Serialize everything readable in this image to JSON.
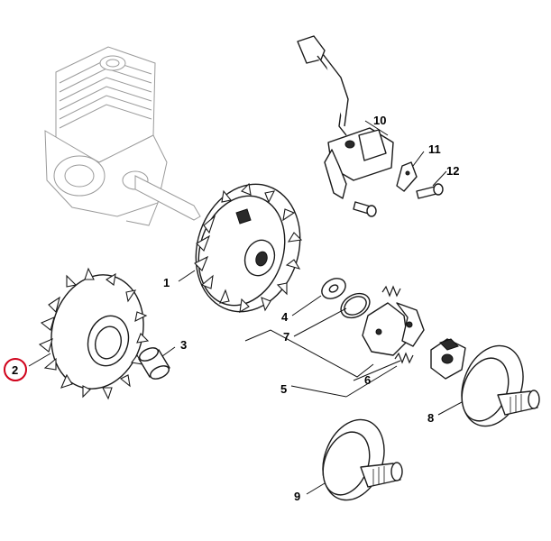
{
  "diagram": {
    "highlight_color": "#d0021b",
    "parts": [
      {
        "id": "p1",
        "label": "1",
        "name": "flywheel-fan"
      },
      {
        "id": "p2",
        "label": "2",
        "name": "fan-wheel",
        "highlighted": true
      },
      {
        "id": "p3",
        "label": "3",
        "name": "sleeve"
      },
      {
        "id": "p4",
        "label": "4",
        "name": "washer"
      },
      {
        "id": "p5",
        "label": "5",
        "name": "clutch-assembly"
      },
      {
        "id": "p6",
        "label": "6",
        "name": "spring-lower"
      },
      {
        "id": "p7",
        "label": "7",
        "name": "ring"
      },
      {
        "id": "p8",
        "label": "8",
        "name": "clutch-drum-right"
      },
      {
        "id": "p9",
        "label": "9",
        "name": "clutch-drum-bottom"
      },
      {
        "id": "p10",
        "label": "10",
        "name": "ignition-module"
      },
      {
        "id": "p11",
        "label": "11",
        "name": "plate"
      },
      {
        "id": "p12",
        "label": "12",
        "name": "screw"
      }
    ]
  }
}
